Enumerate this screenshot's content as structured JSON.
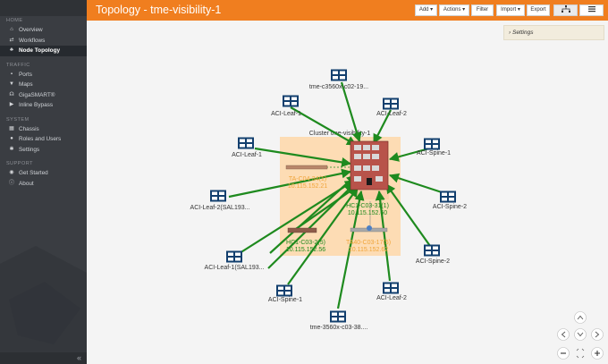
{
  "header": {
    "title": "Topology - tme-visibility-1",
    "buttons": {
      "add": "Add ▾",
      "actions": "Actions ▾",
      "filter": "Filter",
      "import": "Import ▾",
      "export": "Export"
    }
  },
  "sidebar": {
    "sections": {
      "home": "HOME",
      "traffic": "TRAFFIC",
      "system": "SYSTEM",
      "support": "SUPPORT"
    },
    "items": {
      "overview": "Overview",
      "workflows": "Workflows",
      "node_topology": "Node Topology",
      "ports": "Ports",
      "maps": "Maps",
      "gigasmart": "GigaSMART®",
      "inline_bypass": "Inline Bypass",
      "chassis": "Chassis",
      "roles_users": "Roles and Users",
      "settings": "Settings",
      "get_started": "Get Started",
      "about": "About"
    },
    "collapse": "«"
  },
  "settings_panel": {
    "label": "Settings"
  },
  "cluster": {
    "title": "Cluster tme-visibility-1",
    "nodes": {
      "n1": "TA-C04-34(1)",
      "n1_ip": "10.115.152.21",
      "n2": "HC1-C03-31(1)",
      "n2_ip": "10.115.152.60",
      "n3": "HC1-C03-2(5)",
      "n3_ip": "10.115.152.56",
      "n4": "TA40-C03-17(5)",
      "n4_ip": "10.115.152.62"
    }
  },
  "devices": {
    "top1": "tme-c3560x-c02-19...",
    "leaf_tl": "ACI-Leaf-1",
    "leaf_tr": "ACI-Leaf-2",
    "leaf_l": "ACI-Leaf-1",
    "leaf_l2": "ACI-Leaf-2(SAL193...",
    "leaf_l3": "ACI-Leaf-1(SAL193...",
    "spine_bl": "ACI-Spine-1",
    "bottom": "tme-3560x-c03-38....",
    "leaf_br": "ACI-Leaf-2",
    "spine_r1": "ACI-Spine-1",
    "spine_r2": "ACI-Spine-2",
    "spine_r3": "ACI-Spine-2"
  },
  "colors": {
    "accent": "#f07e1f",
    "link": "#1e8a1e",
    "device": "#123f6e",
    "cluster": "#fddcb4"
  }
}
